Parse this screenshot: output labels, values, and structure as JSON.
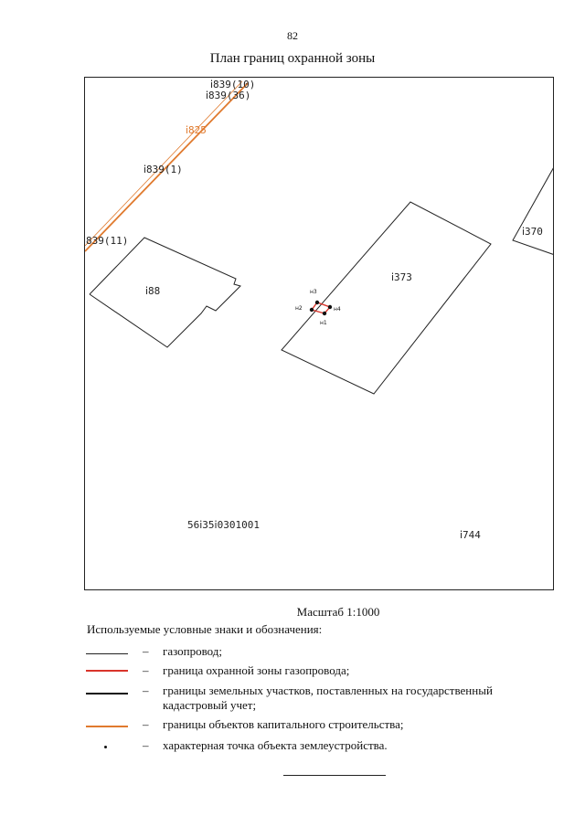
{
  "page": {
    "number": "82",
    "title": "План границ охранной зоны"
  },
  "map": {
    "labels": {
      "l1": "ⅰ839(10)",
      "l2": "ⅰ839(36)",
      "l3": "ⅰ825",
      "l4": "ⅰ839(1)",
      "l5": "ⅰ839(11)",
      "l6": "ⅰ88",
      "l7": "ⅰ373",
      "l8": "ⅰ370",
      "l9": "56ⅰ35ⅰ0301001",
      "l10": "ⅰ744"
    },
    "points": {
      "p1": "н1",
      "p2": "н2",
      "p3": "н3",
      "p4": "н4"
    }
  },
  "scale": "Масштаб 1:1000",
  "legend": {
    "title": "Используемые условные знаки и обозначения:",
    "items": [
      {
        "dash": "–",
        "text": "газопровод;",
        "color": "#222222"
      },
      {
        "dash": "–",
        "text": "граница охранной зоны газопровода;",
        "color": "#d9342b"
      },
      {
        "dash": "–",
        "text": "границы земельных участков,  поставленных на государственный кадастровый учет;",
        "color": "#111111"
      },
      {
        "dash": "–",
        "text": "границы объектов капитального строительства;",
        "color": "#e07a2e"
      },
      {
        "dash": "–",
        "text": "характерная точка объекта землеустройства.",
        "color": "#111111"
      }
    ]
  }
}
